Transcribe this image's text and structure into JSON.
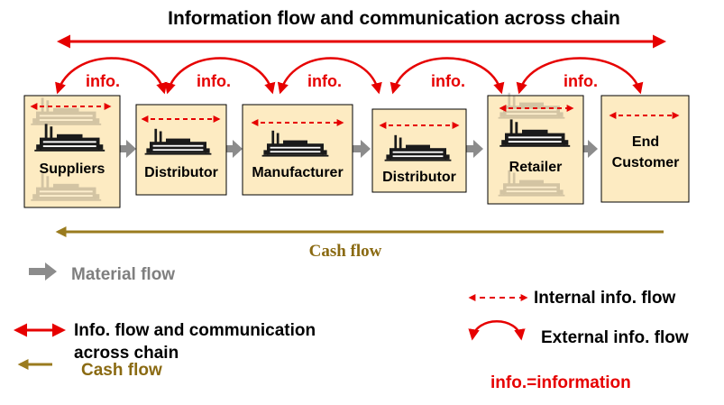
{
  "title": "Information flow and communication across chain",
  "info_label": "info.",
  "stages": [
    {
      "id": "suppliers",
      "lines": [
        "Suppliers"
      ]
    },
    {
      "id": "distributor-1",
      "lines": [
        "Distributor"
      ]
    },
    {
      "id": "manufacturer",
      "lines": [
        "Manufacturer"
      ]
    },
    {
      "id": "distributor-2",
      "lines": [
        "Distributor"
      ]
    },
    {
      "id": "retailer",
      "lines": [
        "Retailer"
      ]
    },
    {
      "id": "end-customer",
      "lines": [
        "End",
        "Customer"
      ]
    }
  ],
  "cash_flow_label": "Cash flow",
  "legend": {
    "material_flow": "Material flow",
    "info_flow_line1": "Info. flow and communication",
    "info_flow_line2": "across chain",
    "cash_flow": "Cash flow",
    "internal_info": "Internal info. flow",
    "external_info": "External info. flow",
    "abbreviation": "info.=information"
  },
  "colors": {
    "red": "#e60000",
    "gold": "#9a7b1e",
    "gray": "#8c8c8c",
    "box_fill": "#fdebc2"
  },
  "icons": {
    "factory": "factory-icon",
    "faded_factory": "faded-factory-icon"
  }
}
